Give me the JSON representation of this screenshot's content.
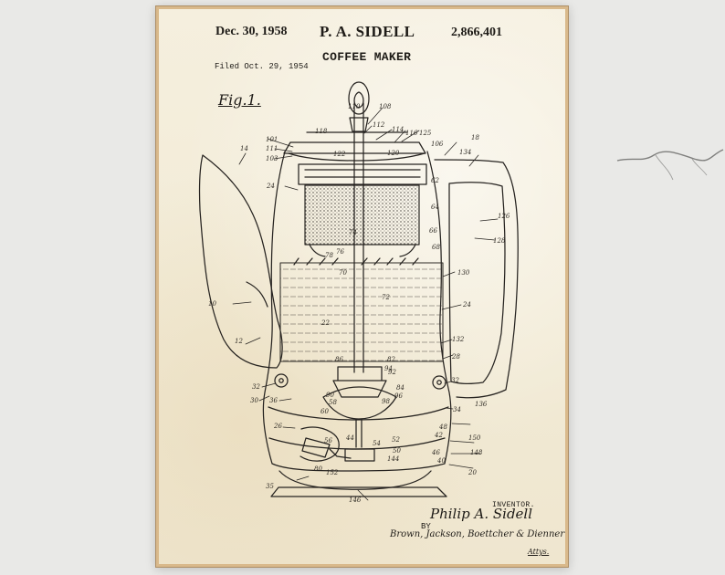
{
  "patent": {
    "date": "Dec. 30, 1958",
    "inventor_short": "P. A. SIDELL",
    "patent_number": "2,866,401",
    "title": "COFFEE MAKER",
    "filed": "Filed Oct. 29, 1954",
    "figure_label": "Fig.1.",
    "inventor_label": "INVENTOR.",
    "inventor_signature": "Philip A. Sidell",
    "by_label": "BY",
    "attorneys": "Brown, Jackson, Boettcher & Dienner",
    "attorney_abbr": "Attys."
  },
  "callouts": {
    "top": [
      "110",
      "108",
      "112",
      "114",
      "116",
      "125",
      "118",
      "122",
      "120",
      "106"
    ],
    "left": [
      "101",
      "111",
      "103",
      "24",
      "14",
      "10",
      "12",
      "32",
      "30",
      "36",
      "26",
      "35"
    ],
    "right": [
      "18",
      "134",
      "126",
      "128",
      "130",
      "24",
      "132",
      "28",
      "32",
      "34",
      "136",
      "150",
      "148",
      "20"
    ],
    "center": [
      "62",
      "64",
      "66",
      "68",
      "70",
      "72",
      "22",
      "86",
      "82",
      "90",
      "84",
      "92",
      "94",
      "96",
      "98",
      "80",
      "152",
      "146",
      "144",
      "56",
      "40",
      "42",
      "44",
      "46",
      "48",
      "50",
      "52",
      "54",
      "58",
      "60",
      "76",
      "78",
      "74"
    ]
  }
}
